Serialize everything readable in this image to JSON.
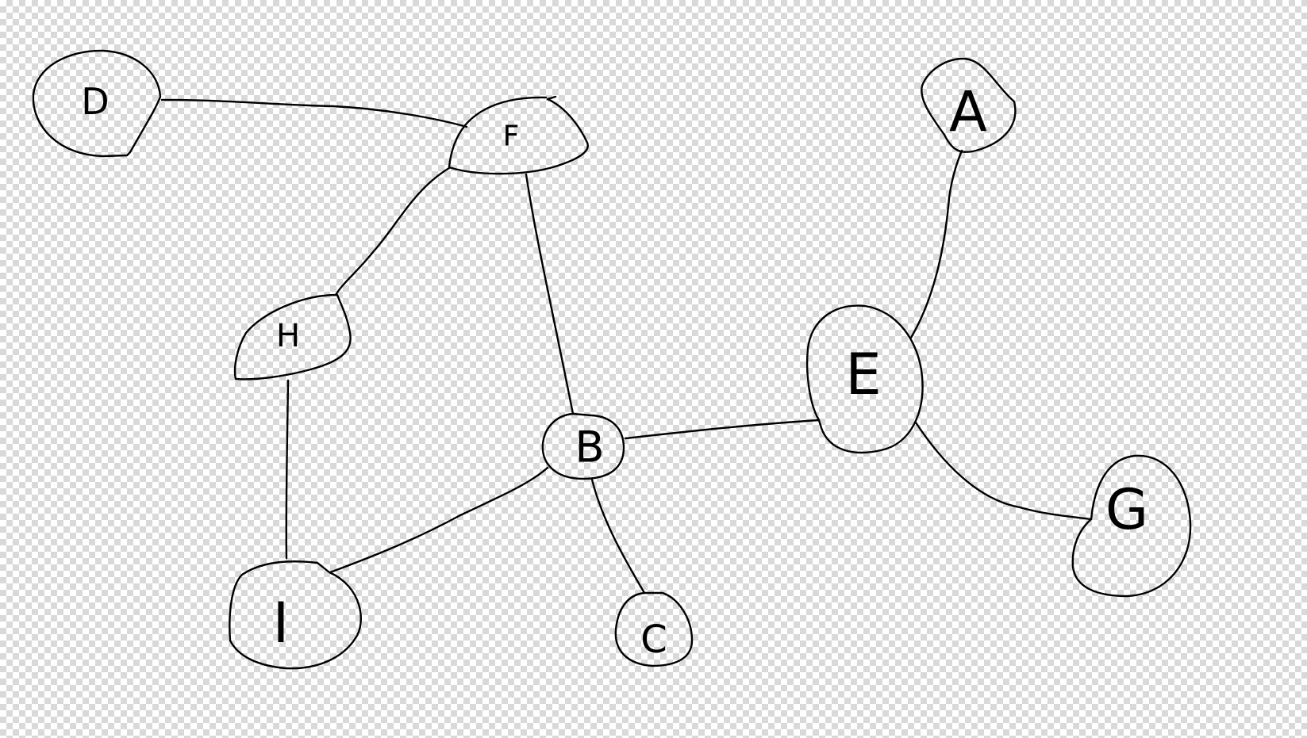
{
  "diagram": {
    "type": "undirected-graph",
    "style": "hand-drawn",
    "background": "transparent-checkerboard",
    "nodes": [
      {
        "id": "D",
        "label": "D"
      },
      {
        "id": "F",
        "label": "F"
      },
      {
        "id": "A",
        "label": "A"
      },
      {
        "id": "H",
        "label": "H"
      },
      {
        "id": "E",
        "label": "E"
      },
      {
        "id": "B",
        "label": "B"
      },
      {
        "id": "G",
        "label": "G"
      },
      {
        "id": "I",
        "label": "I"
      },
      {
        "id": "C",
        "label": "C"
      }
    ],
    "edges": [
      {
        "from": "D",
        "to": "F"
      },
      {
        "from": "F",
        "to": "H"
      },
      {
        "from": "F",
        "to": "B"
      },
      {
        "from": "H",
        "to": "I"
      },
      {
        "from": "I",
        "to": "B"
      },
      {
        "from": "B",
        "to": "C"
      },
      {
        "from": "B",
        "to": "E"
      },
      {
        "from": "E",
        "to": "A"
      },
      {
        "from": "E",
        "to": "G"
      }
    ],
    "colors": {
      "stroke": "#000000",
      "checker_light": "#ffffff",
      "checker_dark": "#d9d9d9"
    }
  }
}
